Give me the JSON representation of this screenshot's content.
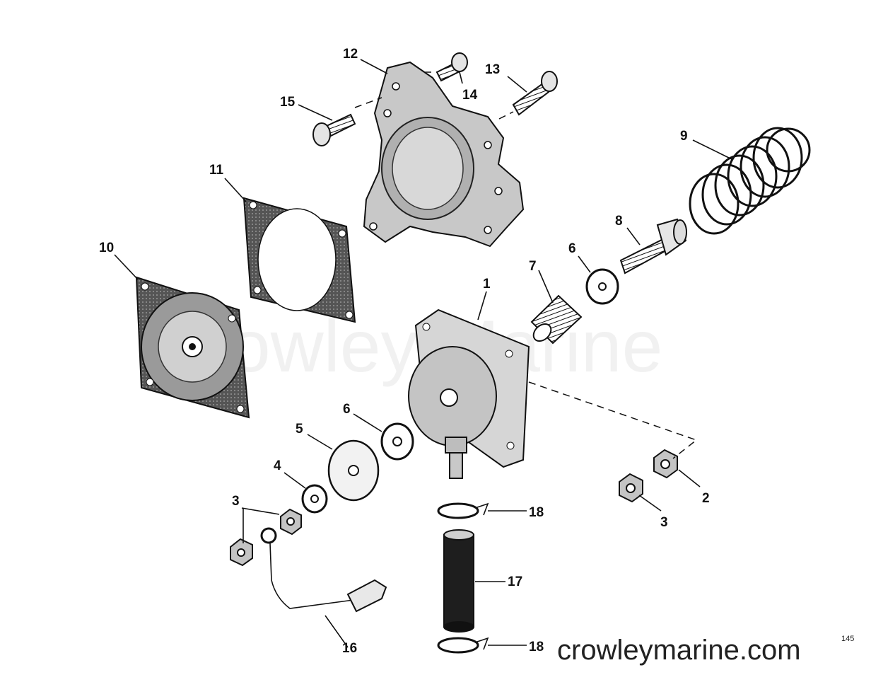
{
  "diagram": {
    "watermark": "Crowley Marine",
    "footer_url": "crowleymarine.com",
    "figure_number": "145",
    "callouts": [
      "1",
      "2",
      "3",
      "3",
      "4",
      "5",
      "6",
      "6",
      "7",
      "8",
      "9",
      "10",
      "11",
      "12",
      "13",
      "14",
      "15",
      "16",
      "17",
      "18",
      "18"
    ]
  },
  "colors": {
    "ink": "#111111",
    "gasket": "#4a4a4a",
    "background": "#ffffff"
  }
}
